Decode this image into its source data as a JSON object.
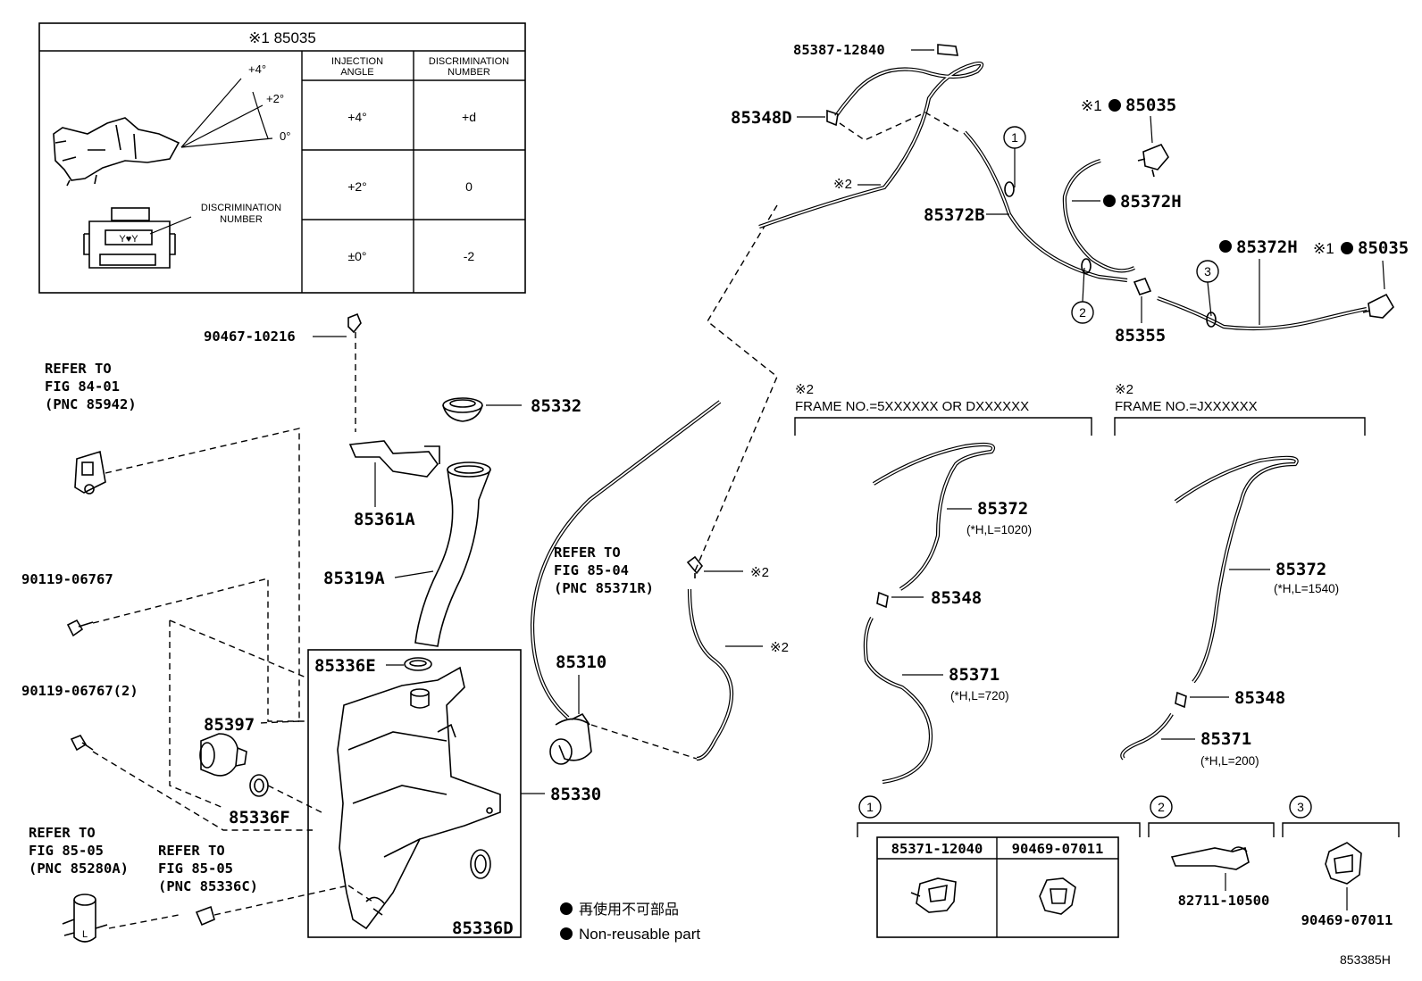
{
  "nozzle_table": {
    "title": "※1 85035",
    "col_angle": "INJECTION ANGLE",
    "col_angle_l1": "INJECTION",
    "col_angle_l2": "ANGLE",
    "col_disc_l1": "DISCRIMINATION",
    "col_disc_l2": "NUMBER",
    "rows": [
      {
        "angle": "+4°",
        "number": "+d"
      },
      {
        "angle": "+2°",
        "number": "0"
      },
      {
        "angle": "±0°",
        "number": "-2"
      }
    ],
    "angle_marks": [
      "+4°",
      "+2°",
      "0°"
    ],
    "disc_label_l1": "DISCRIMINATION",
    "disc_label_l2": "NUMBER",
    "stamp": "Y♥Y"
  },
  "parts": {
    "p90467": "90467-10216",
    "p85332": "85332",
    "p85361A": "85361A",
    "p85319A": "85319A",
    "p85336E": "85336E",
    "p85397": "85397",
    "p85336F": "85336F",
    "p85330": "85330",
    "p85336D": "85336D",
    "p85310": "85310",
    "p90119a": "90119-06767",
    "p90119b": "90119-06767(2)",
    "p85387": "85387-12840",
    "p85348D": "85348D",
    "p85372B": "85372B",
    "p85372H_a": "85372H",
    "p85372H_b": "85372H",
    "p85035_a": "85035",
    "p85035_b": "85035",
    "p85355": "85355",
    "p85372_l": "85372",
    "p85348_l": "85348",
    "p85371_l": "85371",
    "p85372_r": "85372",
    "p85348_r": "85348",
    "p85371_r": "85371",
    "p85371_12040": "85371-12040",
    "p90469_07011_a": "90469-07011",
    "p82711": "82711-10500",
    "p90469_07011_b": "90469-07011"
  },
  "marks": {
    "star1": "※1",
    "star2": "※2",
    "circle1": "1",
    "circle2": "2",
    "circle3": "3"
  },
  "lengths": {
    "l_85372_left": "(*H,L=1020)",
    "l_85371_left": "(*H,L=720)",
    "l_85372_right": "(*H,L=1540)",
    "l_85371_right": "(*H,L=200)"
  },
  "frames": {
    "left": "FRAME NO.=5XXXXXX OR DXXXXXX",
    "right": "FRAME NO.=JXXXXXX"
  },
  "refs": {
    "r1_l1": "REFER TO",
    "r1_l2": "FIG 84-01",
    "r1_l3": "(PNC 85942)",
    "r2_l1": "REFER TO",
    "r2_l2": "FIG 85-04",
    "r2_l3": "(PNC 85371R)",
    "r3_l1": "REFER TO",
    "r3_l2": "FIG 85-05",
    "r3_l3": "(PNC 85280A)",
    "r4_l1": "REFER TO",
    "r4_l2": "FIG 85-05",
    "r4_l3": "(PNC 85336C)"
  },
  "legend": {
    "jp": "再使用不可部品",
    "en": "Non-reusable part"
  },
  "figure_id": "853385H"
}
